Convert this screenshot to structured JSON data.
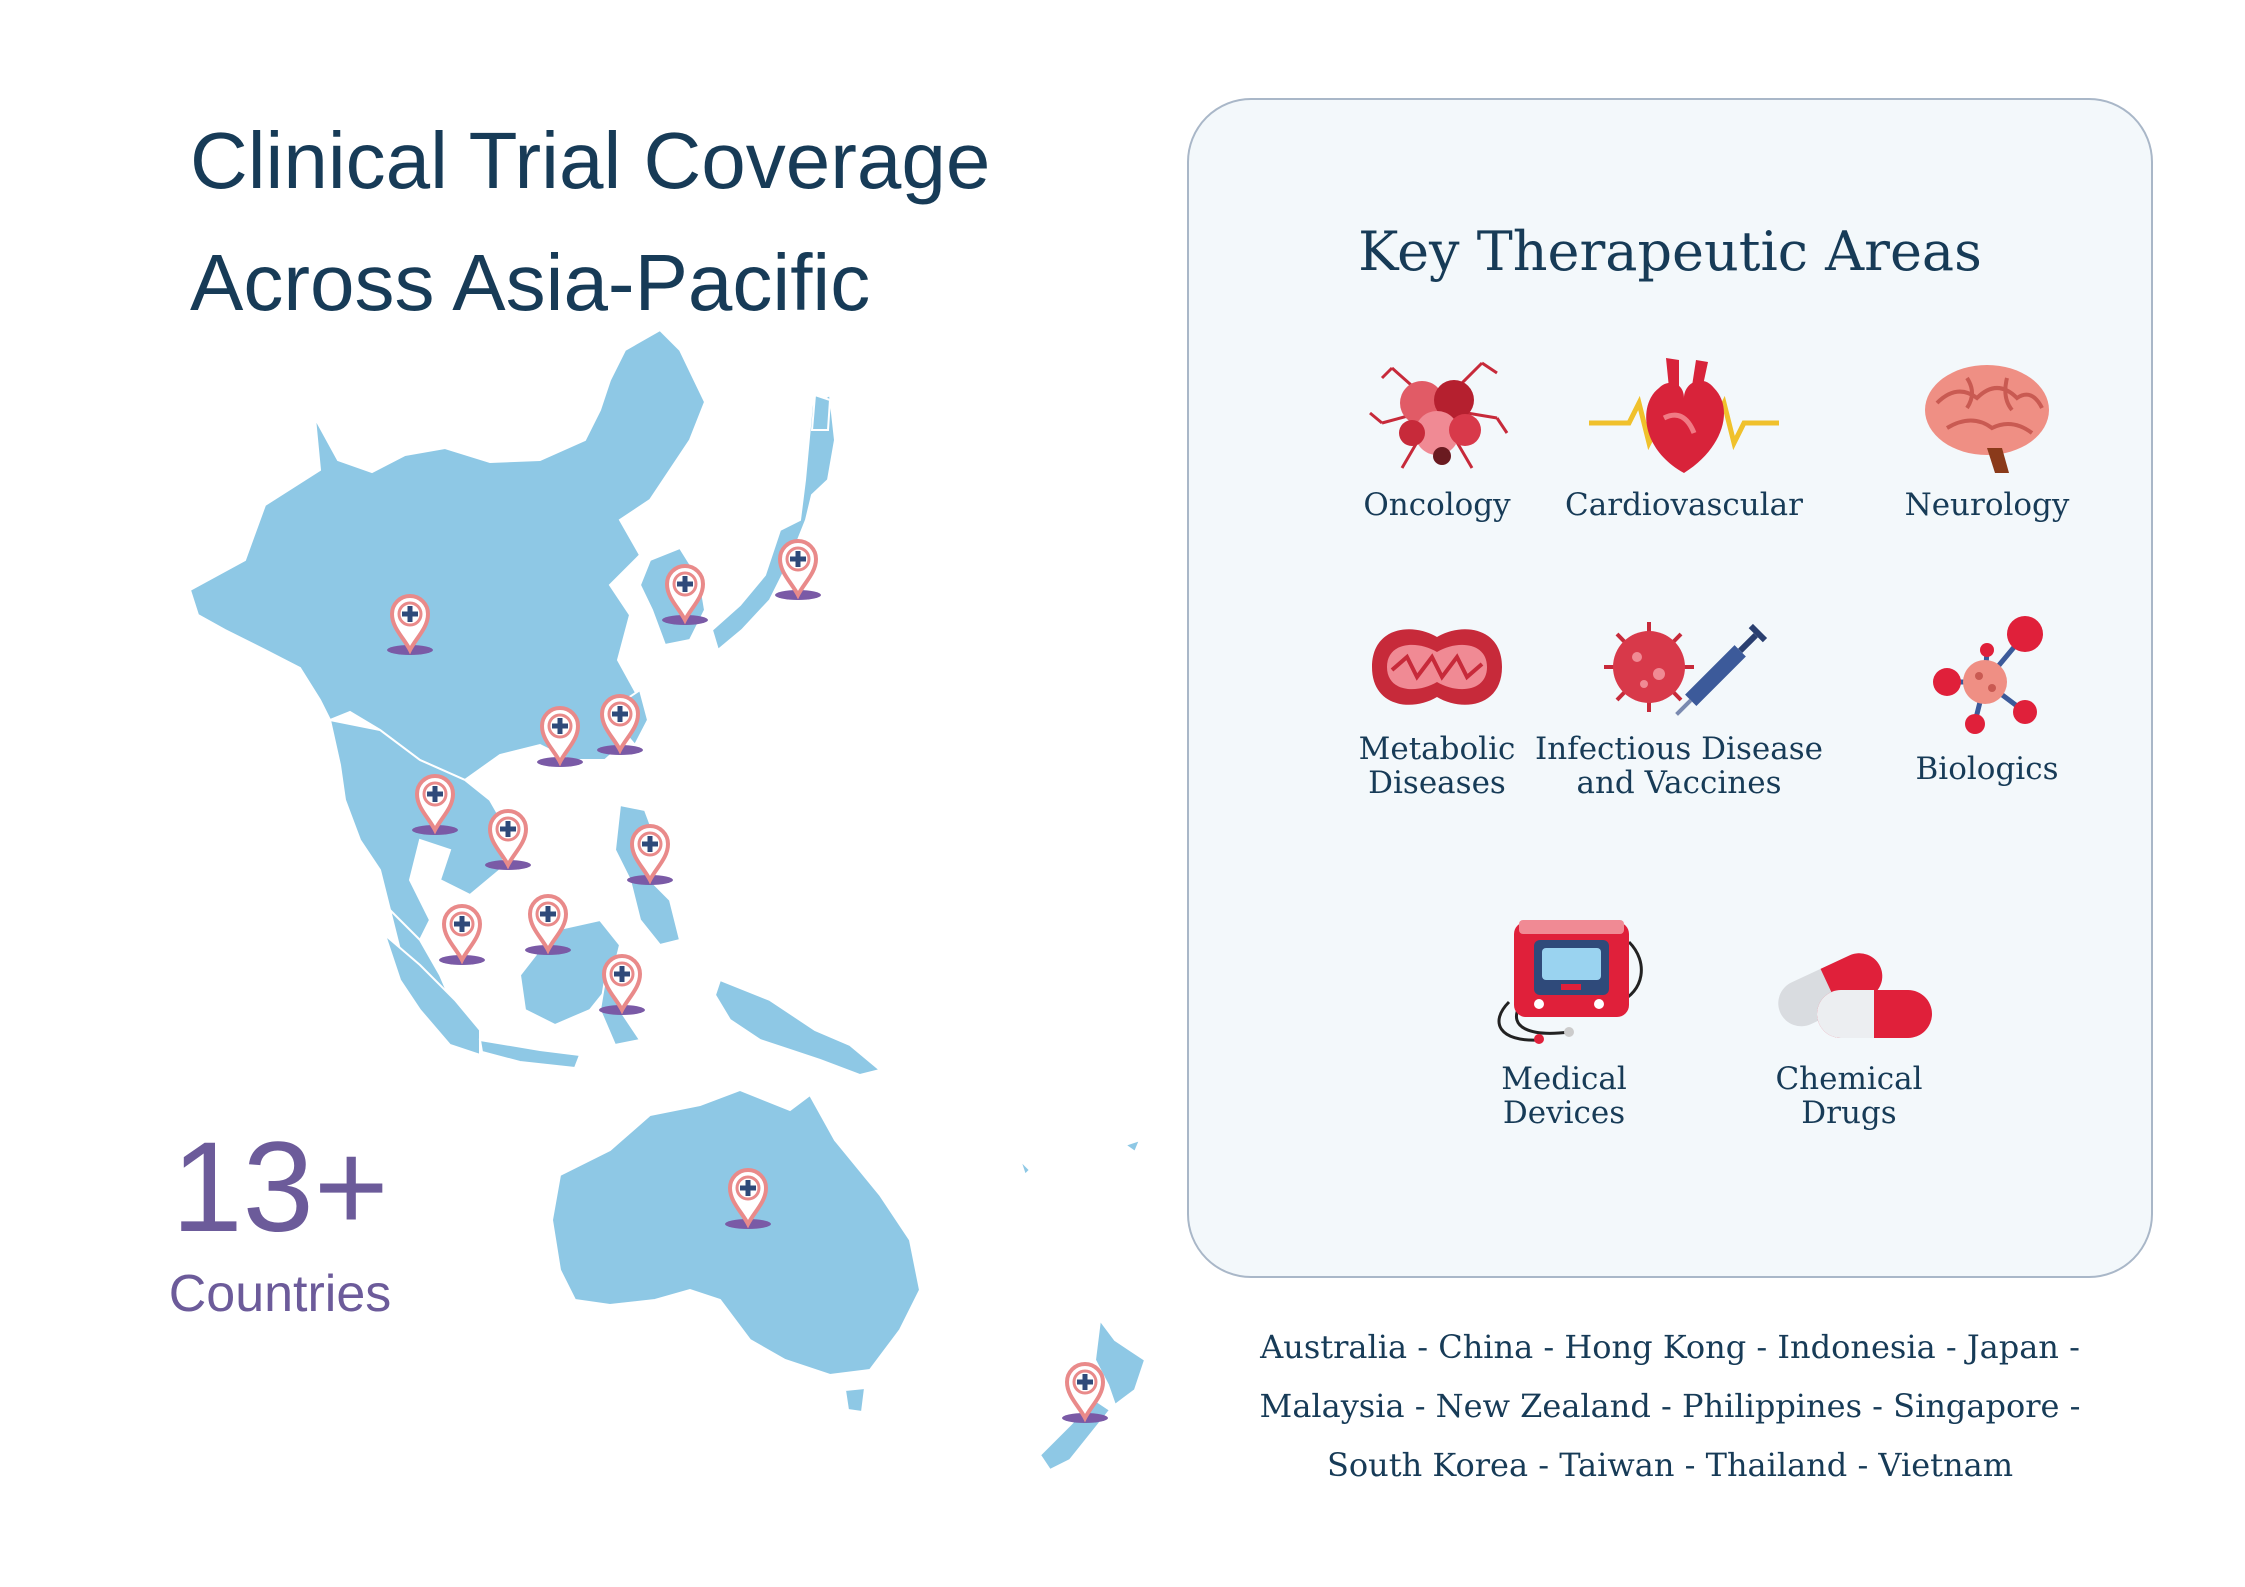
{
  "title_line1": "Clinical Trial Coverage",
  "title_line2": "Across Asia-Pacific",
  "stat": {
    "number": "13+",
    "label": "Countries"
  },
  "panel": {
    "title": "Key Therapeutic Areas",
    "areas": [
      {
        "label": "Oncology",
        "icon": "cancer-cell-icon"
      },
      {
        "label": "Cardiovascular",
        "icon": "heart-icon"
      },
      {
        "label": "Neurology",
        "icon": "brain-icon"
      },
      {
        "label": "Metabolic\nDiseases",
        "icon": "mitochondria-icon"
      },
      {
        "label": "Infectious Disease\nand Vaccines",
        "icon": "virus-syringe-icon"
      },
      {
        "label": "Biologics",
        "icon": "molecule-icon"
      },
      {
        "label": "Medical\nDevices",
        "icon": "defibrillator-icon"
      },
      {
        "label": "Chemical\nDrugs",
        "icon": "pill-capsules-icon"
      }
    ]
  },
  "countries_list": [
    "Australia - China - Hong Kong - Indonesia - Japan -",
    "Malaysia - New Zealand - Philippines - Singapore -",
    "South Korea - Taiwan - Thailand - Vietnam"
  ],
  "colors": {
    "land": "#8ec8e5",
    "title": "#173b57",
    "stat": "#6c5b9a",
    "pin": "#e98a8a",
    "pin_base": "#7a5aa6"
  },
  "map_pin_sites": [
    "China",
    "South Korea",
    "Japan",
    "Taiwan",
    "Hong Kong",
    "Thailand",
    "Vietnam",
    "Philippines",
    "Malaysia",
    "Singapore",
    "Indonesia",
    "Australia",
    "New Zealand"
  ]
}
